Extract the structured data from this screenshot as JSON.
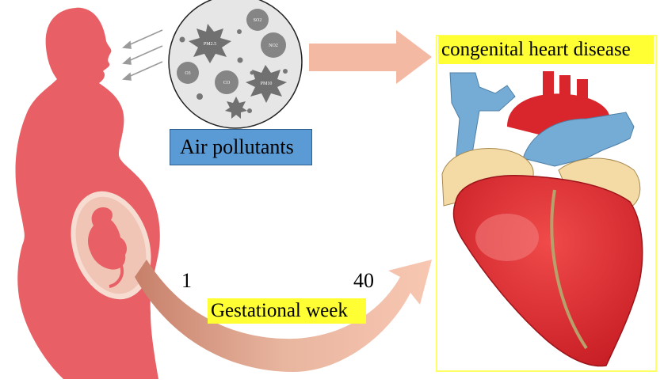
{
  "labels": {
    "air_pollutants": "Air pollutants",
    "outcome": "congenital heart disease",
    "gestational_week": "Gestational week",
    "week_start": "1",
    "week_end": "40"
  },
  "pollutants": [
    "SO2",
    "PM2.5",
    "NO2",
    "O3",
    "CO",
    "PM10"
  ],
  "colors": {
    "silhouette": "#e85f65",
    "womb": "#f5d0c4",
    "arrow": "#f4b9a3",
    "label_blue": "#5b9bd5",
    "label_yellow": "#ffff33",
    "heart_red": "#d9262c",
    "heart_blue": "#74acd6",
    "heart_cream": "#f4dba5"
  }
}
